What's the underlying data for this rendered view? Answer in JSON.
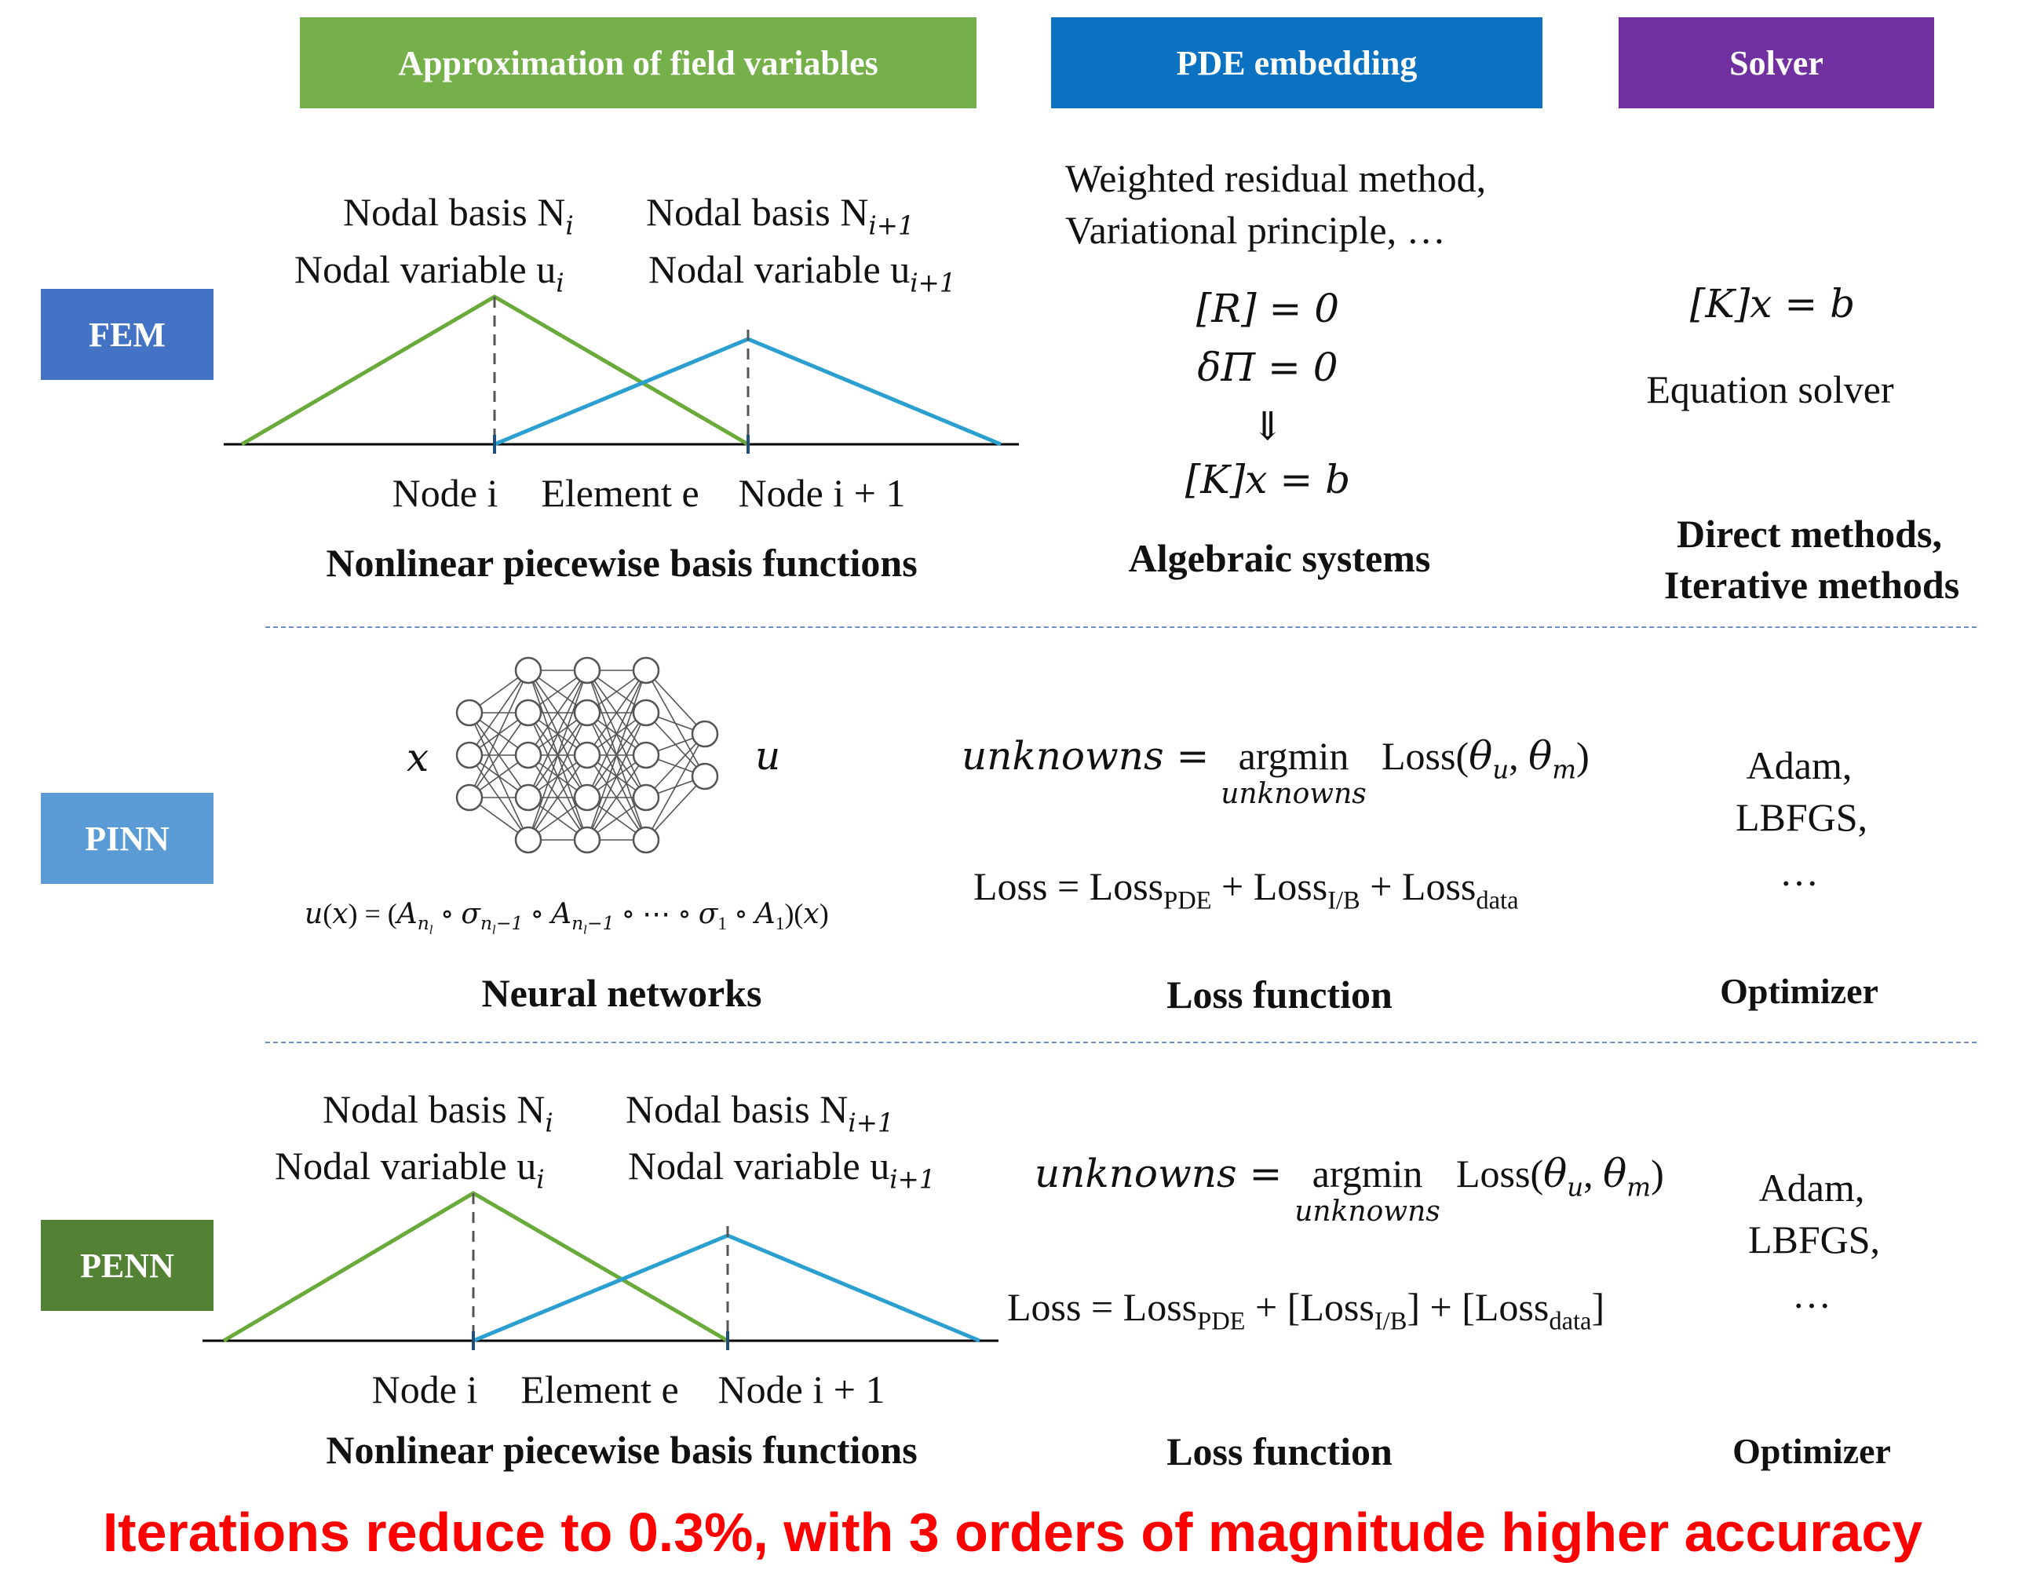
{
  "headers": {
    "approx": "Approximation of field variables",
    "pde": "PDE embedding",
    "solver": "Solver"
  },
  "colors": {
    "approx_header": "#76b04b",
    "pde_header": "#0b72c2",
    "solver_header": "#7030a0",
    "fem_label": "#4472c4",
    "pinn_label": "#5b9bd5",
    "penn_label": "#548235",
    "green_basis": "#6aaa3a",
    "blue_basis": "#2b9fd0",
    "footer": "#ff0000"
  },
  "rows": {
    "fem": "FEM",
    "pinn": "PINN",
    "penn": "PENN"
  },
  "fem": {
    "nodal_basis_i": "Nodal basis N",
    "nodal_basis_i_sub": "i",
    "nodal_variable_i": "Nodal variable u",
    "nodal_variable_i_sub": "i",
    "nodal_basis_i1": "Nodal basis N",
    "nodal_basis_i1_sub": "i+1",
    "nodal_variable_i1": "Nodal variable u",
    "nodal_variable_i1_sub": "i+1",
    "node_i": "Node i",
    "element_e": "Element e",
    "node_i1": "Node i + 1",
    "basis_caption": "Nonlinear piecewise basis functions",
    "pde_line1": "Weighted residual method,",
    "pde_line2": "Variational principle, …",
    "eq_r": "[R] = 0",
    "eq_pi": "δΠ = 0",
    "arrow": "⇓",
    "eq_k": "[K]x = b",
    "pde_caption": "Algebraic systems",
    "solver_eq": "[K]x = b",
    "solver_text": "Equation solver",
    "solver_caption_1": "Direct methods,",
    "solver_caption_2": "Iterative methods"
  },
  "pinn": {
    "input": "x",
    "output": "u",
    "formula": "u(x) = (A∘σ∘A∘⋯∘σ₁∘A₁)(x)",
    "nn_caption": "Neural networks",
    "loss_eq_lhs": "unknowns =",
    "argmin": "argmin",
    "argmin_sub": "unknowns",
    "loss_eq_rhs": "Loss(θu, θm)",
    "loss_sum": "Loss = LossPDE + LossI/B + Lossdata",
    "loss_caption": "Loss function",
    "opt_1": "Adam,",
    "opt_2": "LBFGS,",
    "opt_3": "…",
    "opt_caption": "Optimizer"
  },
  "penn": {
    "nodal_basis_i": "Nodal basis N",
    "nodal_basis_i_sub": "i",
    "nodal_variable_i": "Nodal variable u",
    "nodal_variable_i_sub": "i",
    "nodal_basis_i1": "Nodal basis N",
    "nodal_basis_i1_sub": "i+1",
    "nodal_variable_i1": "Nodal variable u",
    "nodal_variable_i1_sub": "i+1",
    "node_i": "Node i",
    "element_e": "Element e",
    "node_i1": "Node i + 1",
    "basis_caption": "Nonlinear piecewise basis functions",
    "loss_eq_lhs": "unknowns =",
    "argmin": "argmin",
    "argmin_sub": "unknowns",
    "loss_eq_rhs": "Loss(θu, θm)",
    "loss_sum": "Loss = LossPDE + [LossI/B] + [Lossdata]",
    "loss_caption": "Loss function",
    "opt_1": "Adam,",
    "opt_2": "LBFGS,",
    "opt_3": "…",
    "opt_caption": "Optimizer"
  },
  "footer": "Iterations reduce to 0.3%, with 3 orders of magnitude higher accuracy"
}
